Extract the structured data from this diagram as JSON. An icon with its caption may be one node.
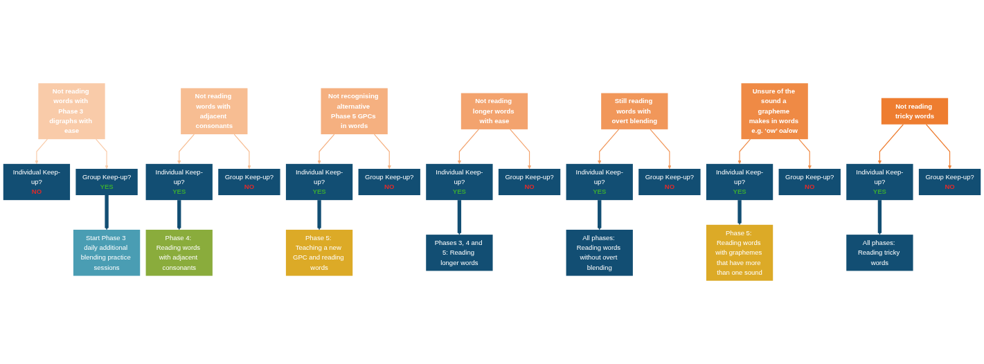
{
  "diagram": {
    "nodes": [
      {
        "text": [
          "Not reading words with Phase 3 digraphs with ease"
        ]
      },
      {
        "text": [
          "Not reading words with adjacent consonants"
        ]
      },
      {
        "text": [
          "Not recognising alternative Phase 5 GPCs in words"
        ]
      },
      {
        "text": [
          "Not reading longer words with ease"
        ]
      },
      {
        "text": [
          "Still reading words with overt blending"
        ]
      },
      {
        "text": [
          "Unsure of the sound a grapheme makes in words e.g. ‘ow’ oa/ow"
        ]
      },
      {
        "text": [
          "Not reading tricky words"
        ]
      },
      {
        "text": [
          "Individual Keep-up?",
          "NO"
        ]
      },
      {
        "text": [
          "Group Keep-up?",
          "YES"
        ]
      },
      {
        "text": [
          "Individual Keep-up?",
          "YES"
        ]
      },
      {
        "text": [
          "Group Keep-up?",
          "NO"
        ]
      },
      {
        "text": [
          "Individual Keep-up?",
          "YES"
        ]
      },
      {
        "text": [
          "Group Keep-up?",
          "NO"
        ]
      },
      {
        "text": [
          "Individual Keep-up?",
          "YES"
        ]
      },
      {
        "text": [
          "Group Keep-up?",
          "NO"
        ]
      },
      {
        "text": [
          "Individual Keep-up?",
          "YES"
        ]
      },
      {
        "text": [
          "Group Keep-up?",
          "NO"
        ]
      },
      {
        "text": [
          "Individual Keep-up?",
          "YES"
        ]
      },
      {
        "text": [
          "Group Keep-up?",
          "NO"
        ]
      },
      {
        "text": [
          "Individual Keep-up?",
          "YES"
        ]
      },
      {
        "text": [
          "Group Keep-up?",
          "NO"
        ]
      },
      {
        "text": [
          "Start Phase 3 daily additional blending practice sessions"
        ]
      },
      {
        "text": [
          "Phase 4: Reading words with adjacent consonants"
        ]
      },
      {
        "text": [
          "Phase 5: Teaching a new GPC and reading words"
        ]
      },
      {
        "text": [
          "Phases 3, 4 and 5: Reading longer words"
        ]
      },
      {
        "text": [
          "All phases: Reading words without overt blending"
        ]
      },
      {
        "text": [
          "Phase 5: Reading words with graphemes that have more than one sound"
        ]
      },
      {
        "text": [
          "All phases: Reading tricky words"
        ]
      }
    ],
    "edges": [
      {
        "from": 0,
        "to": 7,
        "arrow": "to",
        "color": "#f9cba9"
      },
      {
        "from": 0,
        "to": 8,
        "arrow": "to",
        "color": "#f9cba9"
      },
      {
        "from": 1,
        "to": 9,
        "arrow": "to",
        "color": "#f7bd92"
      },
      {
        "from": 1,
        "to": 10,
        "arrow": "to",
        "color": "#f7bd92"
      },
      {
        "from": 2,
        "to": 11,
        "arrow": "to",
        "color": "#f5b080"
      },
      {
        "from": 2,
        "to": 12,
        "arrow": "to",
        "color": "#f5b080"
      },
      {
        "from": 3,
        "to": 13,
        "arrow": "to",
        "color": "#f3a36e"
      },
      {
        "from": 3,
        "to": 14,
        "arrow": "to",
        "color": "#f3a36e"
      },
      {
        "from": 4,
        "to": 15,
        "arrow": "to",
        "color": "#f1975a"
      },
      {
        "from": 4,
        "to": 16,
        "arrow": "to",
        "color": "#f1975a"
      },
      {
        "from": 5,
        "to": 17,
        "arrow": "to",
        "color": "#ef8a45"
      },
      {
        "from": 5,
        "to": 18,
        "arrow": "to",
        "color": "#ef8a45"
      },
      {
        "from": 6,
        "to": 19,
        "arrow": "to",
        "color": "#ee7d30"
      },
      {
        "from": 6,
        "to": 20,
        "arrow": "to",
        "color": "#ee7d30"
      },
      {
        "from": 8,
        "to": 21,
        "arrow": "to",
        "style": "thick",
        "color": "#124e73"
      },
      {
        "from": 9,
        "to": 22,
        "arrow": "to",
        "style": "thick",
        "color": "#124e73"
      },
      {
        "from": 11,
        "to": 23,
        "arrow": "to",
        "style": "thick",
        "color": "#124e73"
      },
      {
        "from": 13,
        "to": 24,
        "arrow": "to",
        "style": "thick",
        "color": "#124e73"
      },
      {
        "from": 15,
        "to": 25,
        "arrow": "to",
        "style": "thick",
        "color": "#124e73"
      },
      {
        "from": 17,
        "to": 26,
        "arrow": "to",
        "style": "thick",
        "color": "#124e73"
      },
      {
        "from": 19,
        "to": 27,
        "arrow": "to",
        "style": "thick",
        "color": "#124e73"
      }
    ]
  }
}
